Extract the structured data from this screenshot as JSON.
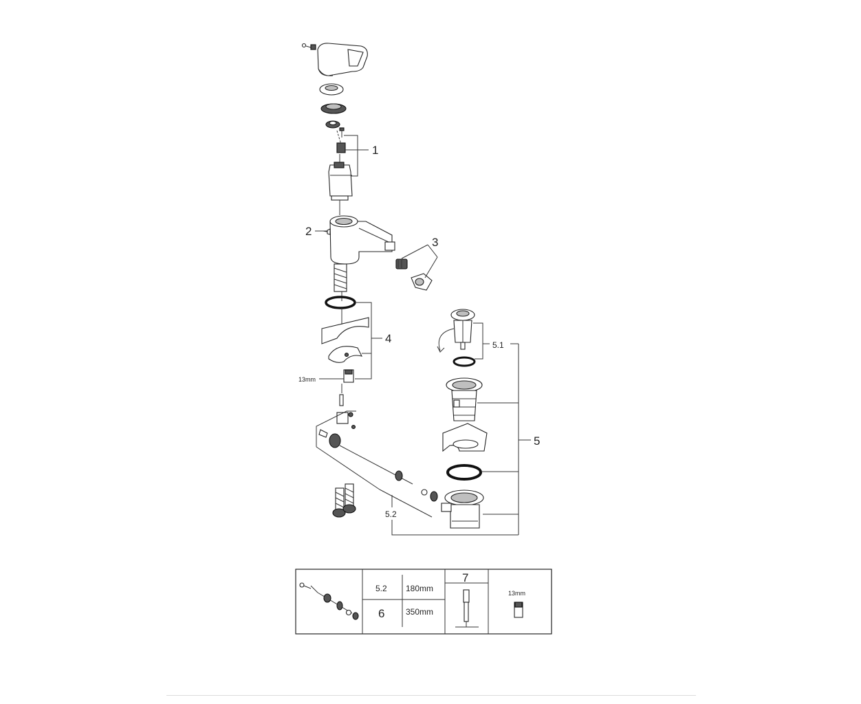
{
  "callouts": {
    "c1": "1",
    "c2": "2",
    "c3": "3",
    "c4": "4",
    "c5": "5",
    "c51": "5.1",
    "c52": "5.2",
    "wrench": "13mm"
  },
  "legend_table": {
    "cell_52": "5.2",
    "cell_180": "180mm",
    "cell_6": "6",
    "cell_350": "350mm",
    "cell_7": "7",
    "cell_13": "13mm"
  },
  "colors": {
    "line": "#222222",
    "shade": "#bfbfbf",
    "background": "#ffffff"
  }
}
